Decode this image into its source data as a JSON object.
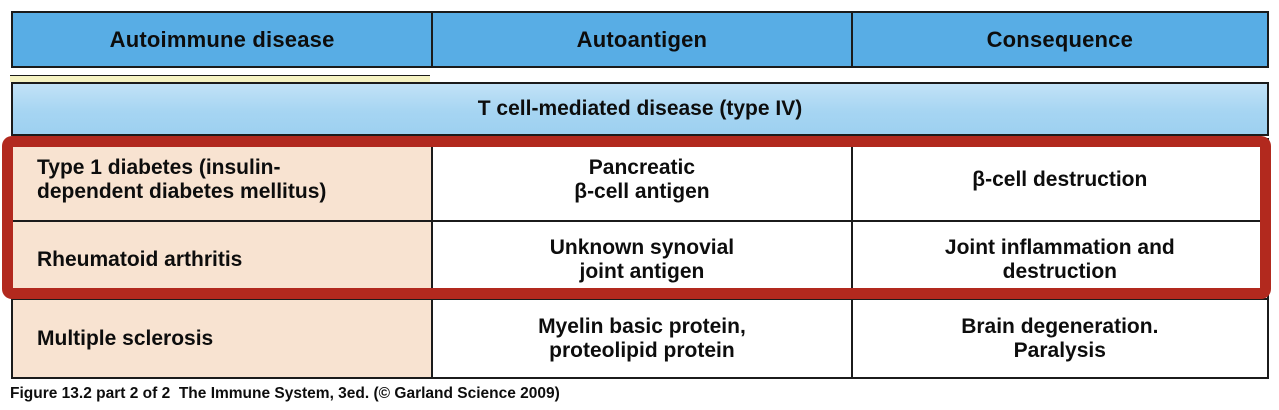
{
  "table": {
    "columns": [
      "Autoimmune disease",
      "Autoantigen",
      "Consequence"
    ],
    "section_header": "T cell-mediated disease (type IV)",
    "rows": [
      {
        "disease": "Type 1 diabetes (insulin-\ndependent diabetes mellitus)",
        "autoantigen": "Pancreatic\nβ-cell antigen",
        "consequence": "β-cell destruction",
        "highlighted": true
      },
      {
        "disease": "Rheumatoid arthritis",
        "autoantigen": "Unknown synovial\njoint antigen",
        "consequence": "Joint inflammation and\ndestruction",
        "highlighted": true
      },
      {
        "disease": "Multiple sclerosis",
        "autoantigen": "Myelin basic protein,\nproteolipid protein",
        "consequence": "Brain degeneration.\nParalysis",
        "highlighted": false
      }
    ]
  },
  "caption": "Figure 13.2 part 2 of 2  The Immune System, 3ed. (© Garland Science 2009)",
  "colors": {
    "header_blue": "#58ade5",
    "section_blue_top": "#c2e2f7",
    "section_blue_bottom": "#9dd0f0",
    "row_label_peach": "#f8e3d1",
    "highlight_red": "#b2291e",
    "gap_yellow": "#f5f2c2",
    "border_black": "#1b1b1b"
  }
}
